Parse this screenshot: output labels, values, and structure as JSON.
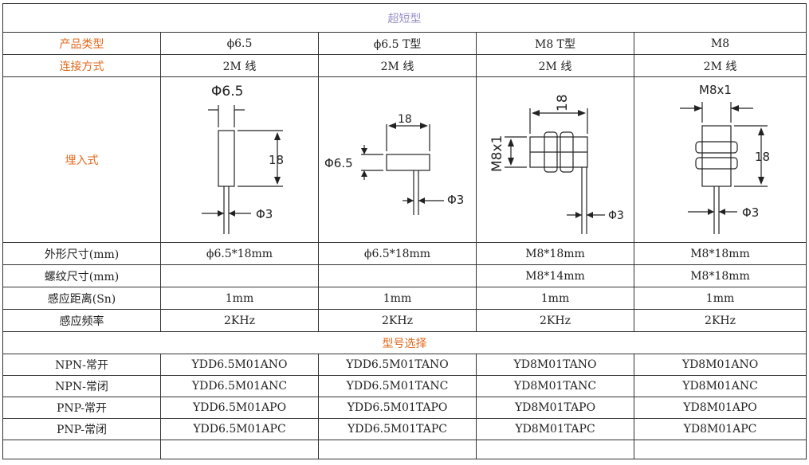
{
  "title": "超短型",
  "header": {
    "product_type_label": "产品类型",
    "connection_label": "连接方式",
    "mount_label": "埋入式",
    "columns": [
      {
        "type": "ϕ6.5",
        "connection": "2M 线"
      },
      {
        "type": "ϕ6.5 T型",
        "connection": "2M 线"
      },
      {
        "type": "M8 T型",
        "connection": "2M 线"
      },
      {
        "type": "M8",
        "connection": "2M 线"
      }
    ]
  },
  "drawings": [
    {
      "top_dim": "Φ6.5",
      "length_dim": "18",
      "cable_dim": "Φ3"
    },
    {
      "length_dim": "18",
      "side_dim": "Φ6.5",
      "cable_dim": "Φ3"
    },
    {
      "length_dim": "18",
      "side_dim": "M8x1",
      "cable_dim": "Φ3"
    },
    {
      "top_dim": "M8x1",
      "length_dim": "18",
      "cable_dim": "Φ3"
    }
  ],
  "specs": [
    {
      "label": "外形尺寸(mm)",
      "values": [
        "ϕ6.5*18mm",
        "ϕ6.5*18mm",
        "M8*18mm",
        "M8*18mm"
      ]
    },
    {
      "label": "螺纹尺寸(mm)",
      "values": [
        "",
        "",
        "M8*14mm",
        "M8*18mm"
      ]
    },
    {
      "label": "感应距离(Sn)",
      "values": [
        "1mm",
        "1mm",
        "1mm",
        "1mm"
      ]
    },
    {
      "label": "感应频率",
      "values": [
        "2KHz",
        "2KHz",
        "2KHz",
        "2KHz"
      ]
    }
  ],
  "model_section_label": "型号选择",
  "models": [
    {
      "label": "NPN-常开",
      "values": [
        "YDD6.5M01ANO",
        "YDD6.5M01TANO",
        "YD8M01TANO",
        "YD8M01ANO"
      ]
    },
    {
      "label": "NPN-常闭",
      "values": [
        "YDD6.5M01ANC",
        "YDD6.5M01TANC",
        "YD8M01TANC",
        "YD8M01ANC"
      ]
    },
    {
      "label": "PNP-常开",
      "values": [
        "YDD6.5M01APO",
        "YDD6.5M01TAPO",
        "YD8M01TAPO",
        "YD8M01APO"
      ]
    },
    {
      "label": "PNP-常闭",
      "values": [
        "YDD6.5M01APC",
        "YDD6.5M01TAPC",
        "YD8M01TAPC",
        "YD8M01APC"
      ]
    }
  ]
}
